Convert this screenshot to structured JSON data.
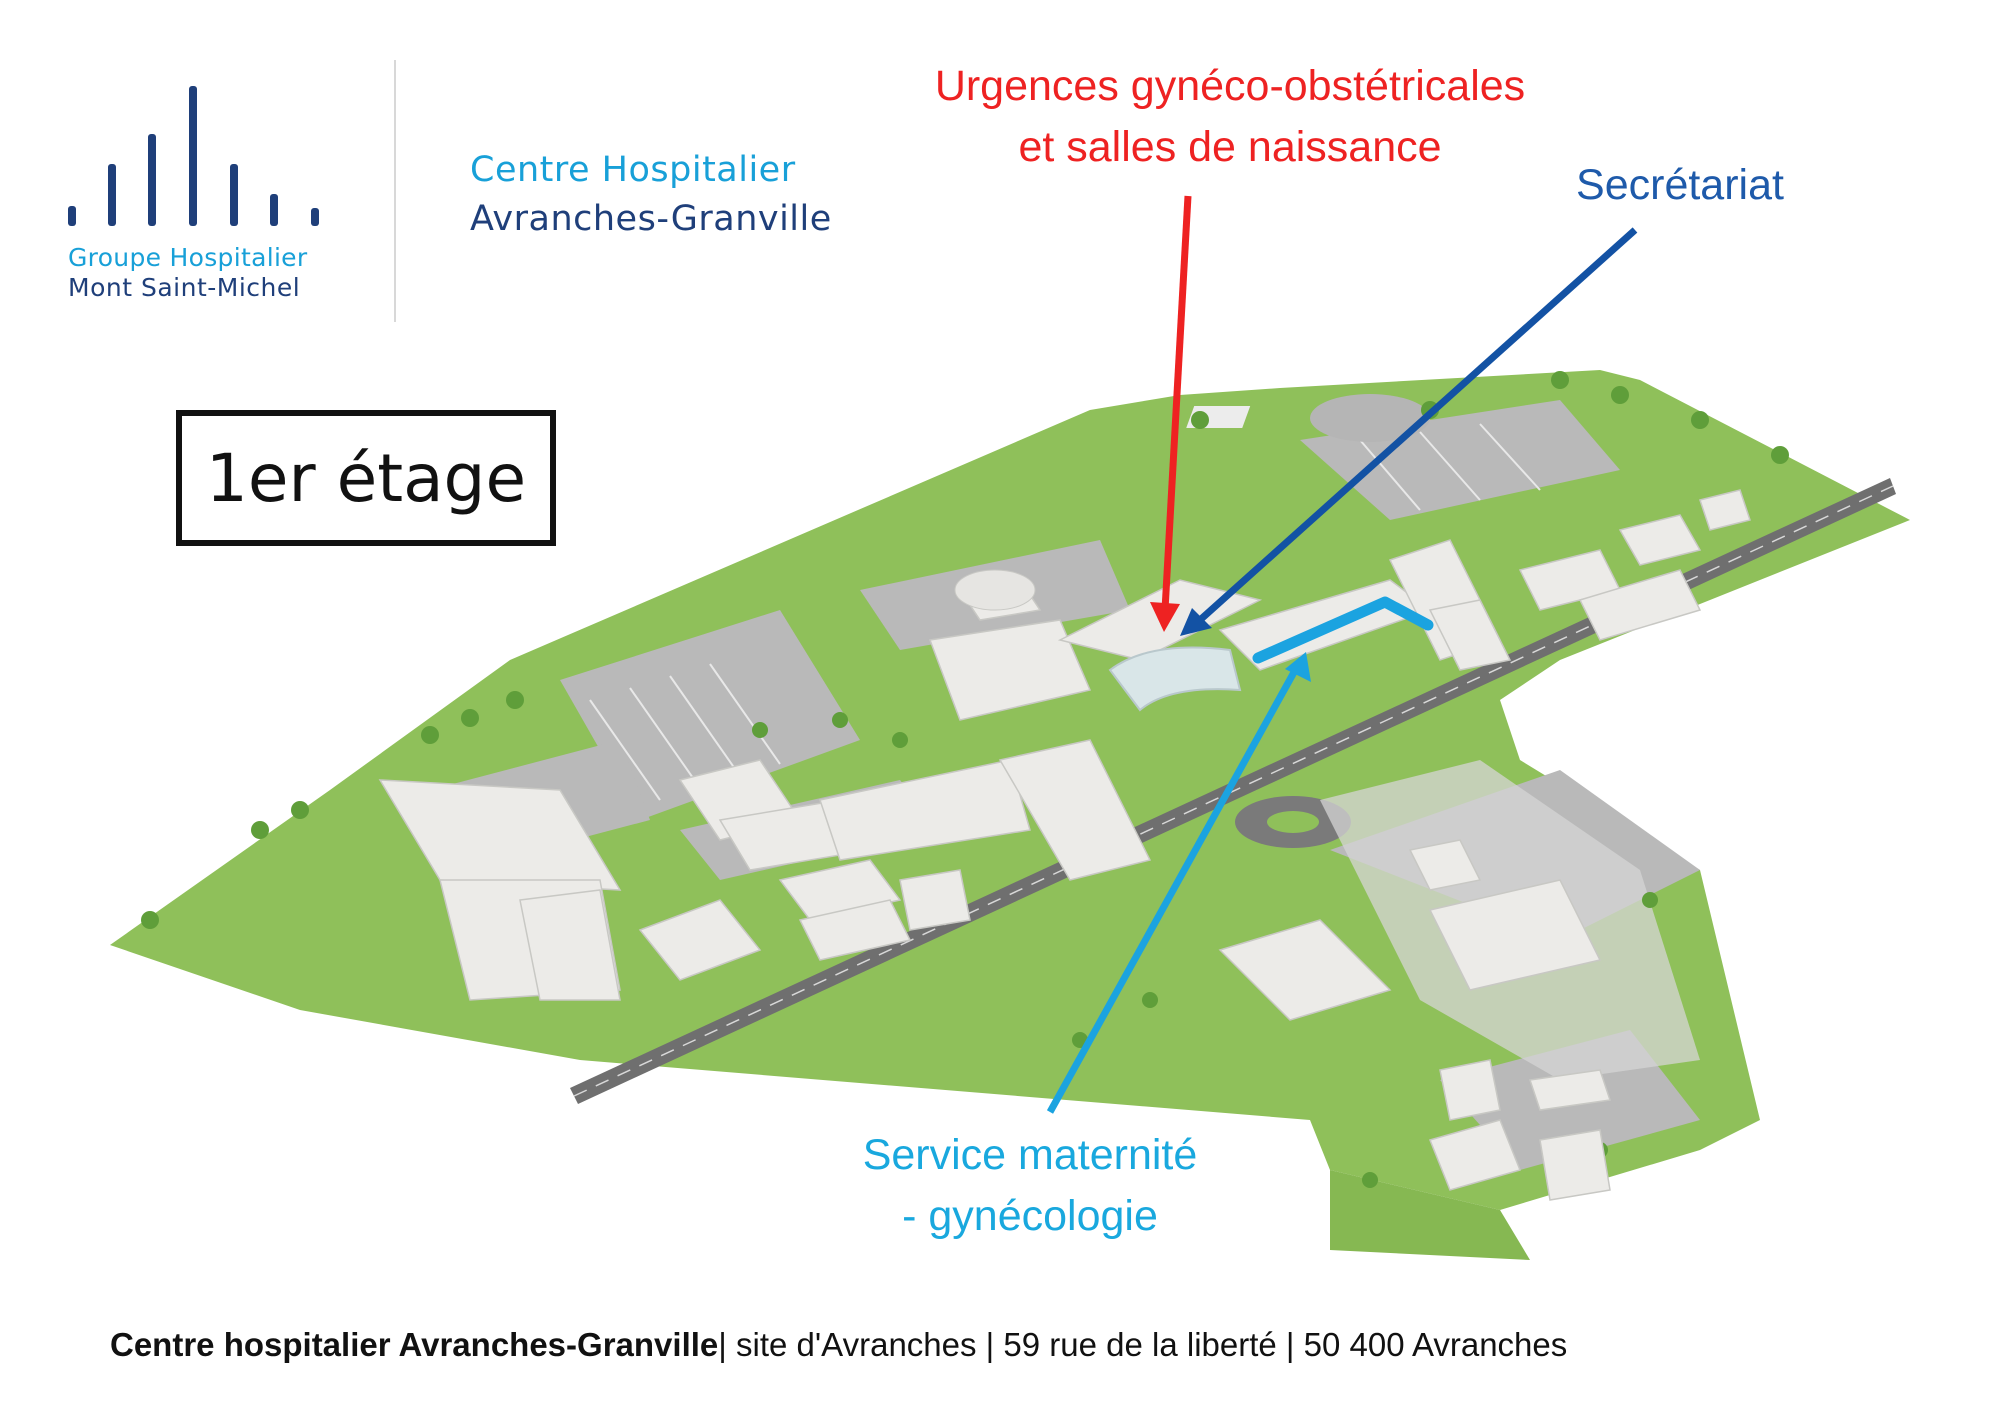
{
  "logo": {
    "line1": "Groupe Hospitalier",
    "line2": "Mont Saint-Michel",
    "bar_color": "#1f3f7a"
  },
  "hospital": {
    "line1": "Centre Hospitalier",
    "line2": "Avranches-Granville"
  },
  "floor_label": "1er étage",
  "labels": {
    "urgences_line1": "Urgences gynéco-obstétricales",
    "urgences_line2": "et salles de naissance",
    "secretariat": "Secrétariat",
    "maternite_line1": "Service maternité",
    "maternite_line2": "- gynécologie"
  },
  "colors": {
    "urgences": "#ee2222",
    "secretariat": "#1e5aaa",
    "maternite": "#19a8de",
    "grass": "#8fc05a",
    "road": "#6f6f6f",
    "building": "#ecebe8"
  },
  "footer": {
    "bold": "Centre hospitalier Avranches-Granville",
    "rest": "| site d'Avranches | 59 rue de la liberté | 50 400 Avranches"
  }
}
